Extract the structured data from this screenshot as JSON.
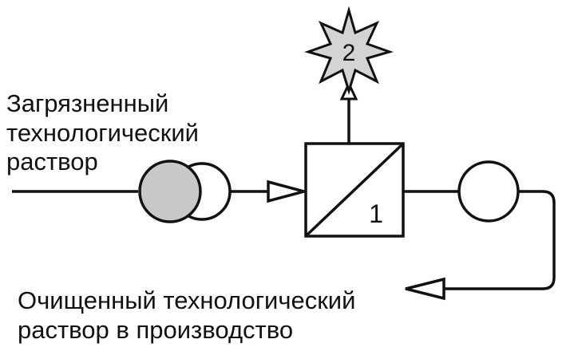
{
  "input_label": {
    "line1": "Загрязненный",
    "line2": "технологический",
    "line3": "раствор"
  },
  "output_label": {
    "line1": "Очищенный технологический",
    "line2": "раствор в производство"
  },
  "unit_number": "1",
  "emission_number": "2",
  "colors": {
    "stroke": "#111111",
    "filled_circle": "#c8c8c8",
    "star_fill": "#d4d4d4",
    "background": "#ffffff"
  }
}
